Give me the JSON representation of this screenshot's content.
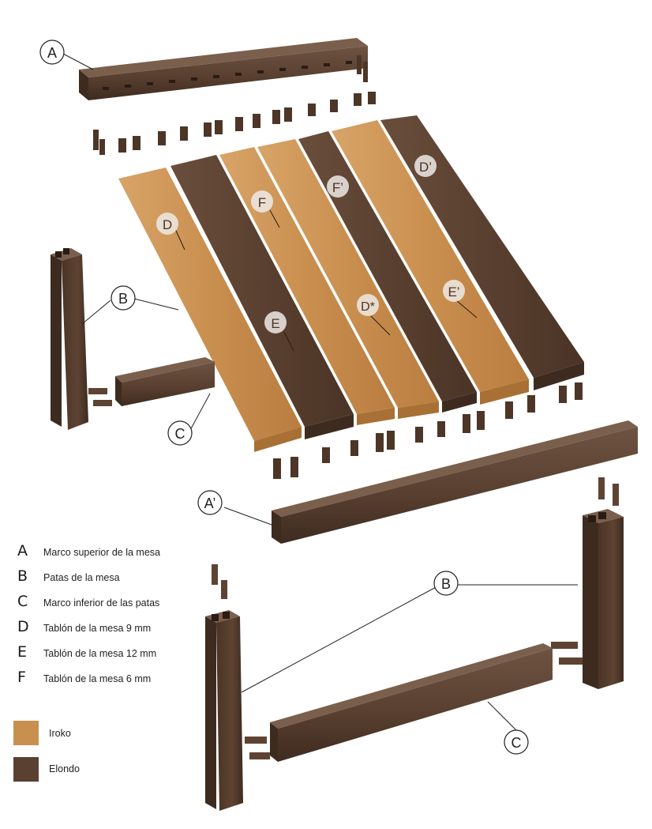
{
  "callouts": {
    "A": "A",
    "A_prime": "A’",
    "B": "B",
    "C": "C",
    "D": "D",
    "D_prime": "D’",
    "D_star": "D*",
    "E": "E",
    "E_prime": "E’",
    "F": "F",
    "F_prime": "F’"
  },
  "legend": {
    "items": [
      {
        "letter": "A",
        "text": "Marco superior de la mesa"
      },
      {
        "letter": "B",
        "text": "Patas de la mesa"
      },
      {
        "letter": "C",
        "text": "Marco inferior de las patas"
      },
      {
        "letter": "D",
        "text": "Tablón de la mesa 9 mm"
      },
      {
        "letter": "E",
        "text": "Tablón de la mesa 12 mm"
      },
      {
        "letter": "F",
        "text": "Tablón de la mesa 6 mm"
      }
    ],
    "materials": [
      {
        "name": "Iroko",
        "color": "#c98f4f"
      },
      {
        "name": "Elondo",
        "color": "#5a4030"
      }
    ]
  },
  "colors": {
    "iroko": "#c98f4f",
    "elondo": "#5a4030",
    "callout_fill": "#ffffff",
    "plank_badge_fill": "#eeeae6"
  }
}
